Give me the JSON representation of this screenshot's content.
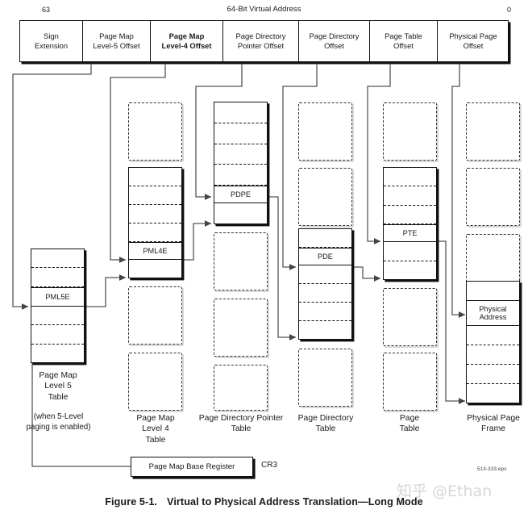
{
  "figure": {
    "caption_number": "Figure 5-1.",
    "caption_text": "Virtual to Physical Address Translation—Long Mode",
    "eps_tag": "513-333.eps",
    "watermark": "知乎 @Ethan"
  },
  "virtual_address": {
    "title": "64-Bit Virtual Address",
    "high_bit": "63",
    "low_bit": "0",
    "fields": [
      {
        "line1": "Sign",
        "line2": "Extension",
        "bold": false
      },
      {
        "line1": "Page Map",
        "line2": "Level-5 Offset",
        "bold": false
      },
      {
        "line1": "Page Map",
        "line2": "Level-4 Offset",
        "bold": true
      },
      {
        "line1": "Page Directory",
        "line2": "Pointer Offset",
        "bold": false
      },
      {
        "line1": "Page Directory",
        "line2": "Offset",
        "bold": false
      },
      {
        "line1": "Page Table",
        "line2": "Offset",
        "bold": false
      },
      {
        "line1": "Physical Page",
        "line2": "Offset",
        "bold": false
      }
    ]
  },
  "tables": {
    "pml5": {
      "entry_label": "PML5E",
      "label_lines": [
        "Page Map",
        "Level 5",
        "Table"
      ],
      "note_lines": [
        "(when 5-Level",
        "paging is enabled)"
      ]
    },
    "pml4": {
      "entry_label": "PML4E",
      "label_lines": [
        "Page Map",
        "Level 4",
        "Table"
      ]
    },
    "pdp": {
      "entry_label": "PDPE",
      "label_lines": [
        "Page Directory Pointer",
        "Table"
      ]
    },
    "pd": {
      "entry_label": "PDE",
      "label_lines": [
        "Page Directory",
        "Table"
      ]
    },
    "pt": {
      "entry_label": "PTE",
      "label_lines": [
        "Page",
        "Table"
      ]
    },
    "frame": {
      "entry_label_line1": "Physical",
      "entry_label_line2": "Address",
      "label_lines": [
        "Physical Page",
        "Frame"
      ]
    }
  },
  "registers": {
    "base_register_label": "Page Map Base Register",
    "cr3_label": "CR3"
  },
  "colors": {
    "ink": "#111111",
    "ghost_border": "#333333",
    "watermark": "#d4d8dc",
    "paper": "#ffffff"
  }
}
